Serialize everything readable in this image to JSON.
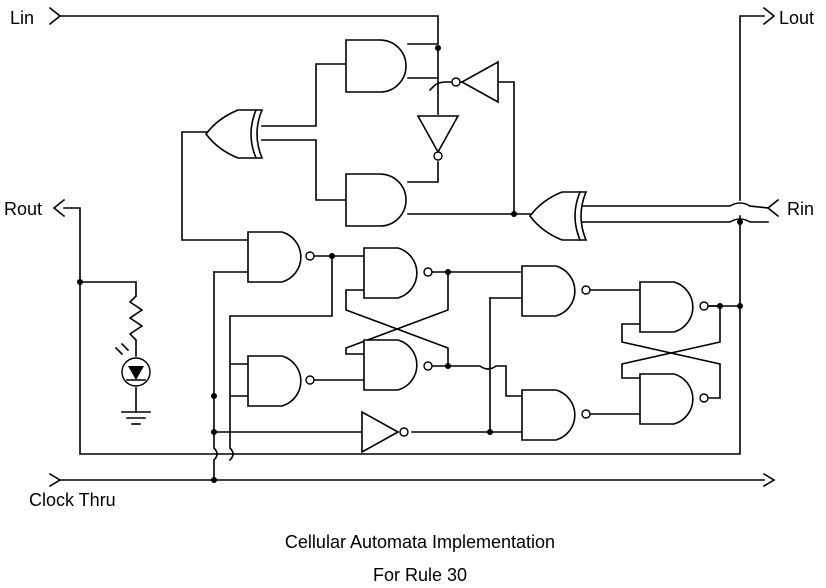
{
  "labels": {
    "lin": "Lin",
    "lout": "Lout",
    "rout": "Rout",
    "rin": "Rin",
    "clock": "Clock Thru"
  },
  "caption": {
    "line1": "Cellular Automata Implementation",
    "line2": "For Rule 30"
  }
}
